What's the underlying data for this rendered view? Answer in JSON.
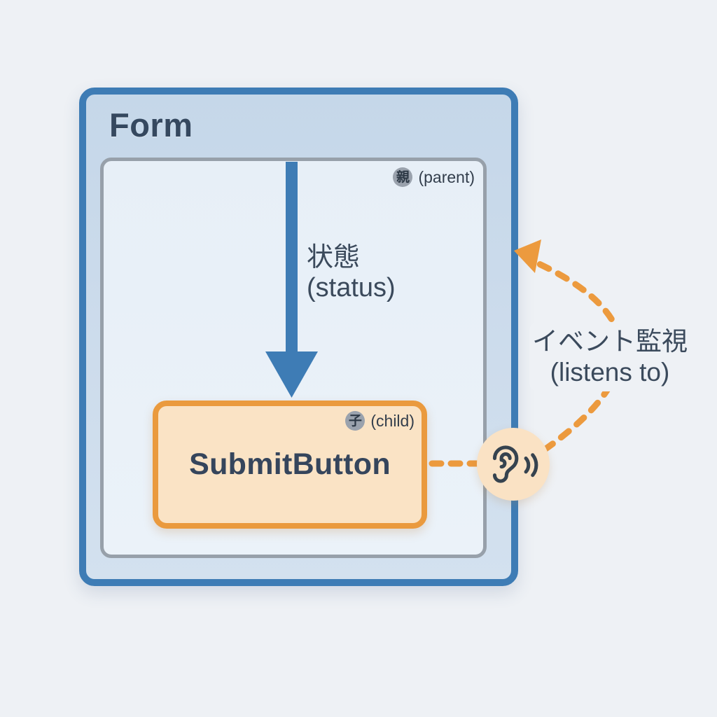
{
  "form": {
    "title": "Form",
    "parent_badge": {
      "kanji": "親",
      "label": "(parent)"
    },
    "status_arrow": {
      "label_ja": "状態",
      "label_en": "(status)"
    },
    "submit_button": {
      "label": "SubmitButton",
      "child_badge": {
        "kanji": "子",
        "label": "(child)"
      }
    }
  },
  "listener": {
    "label_ja": "イベント監視",
    "label_en": "(listens to)",
    "icon": "ear-icon"
  },
  "colors": {
    "accent_blue": "#3E7CB5",
    "accent_orange": "#EC9A3E",
    "form_fill": "#CDDCEC",
    "inner_fill": "#E8F0F8",
    "inner_border": "#97A0AA",
    "submit_fill": "#FAE3C5",
    "badge_gray": "#9AA2AD",
    "text_dark": "#35485F",
    "background": "#EEF1F5"
  }
}
